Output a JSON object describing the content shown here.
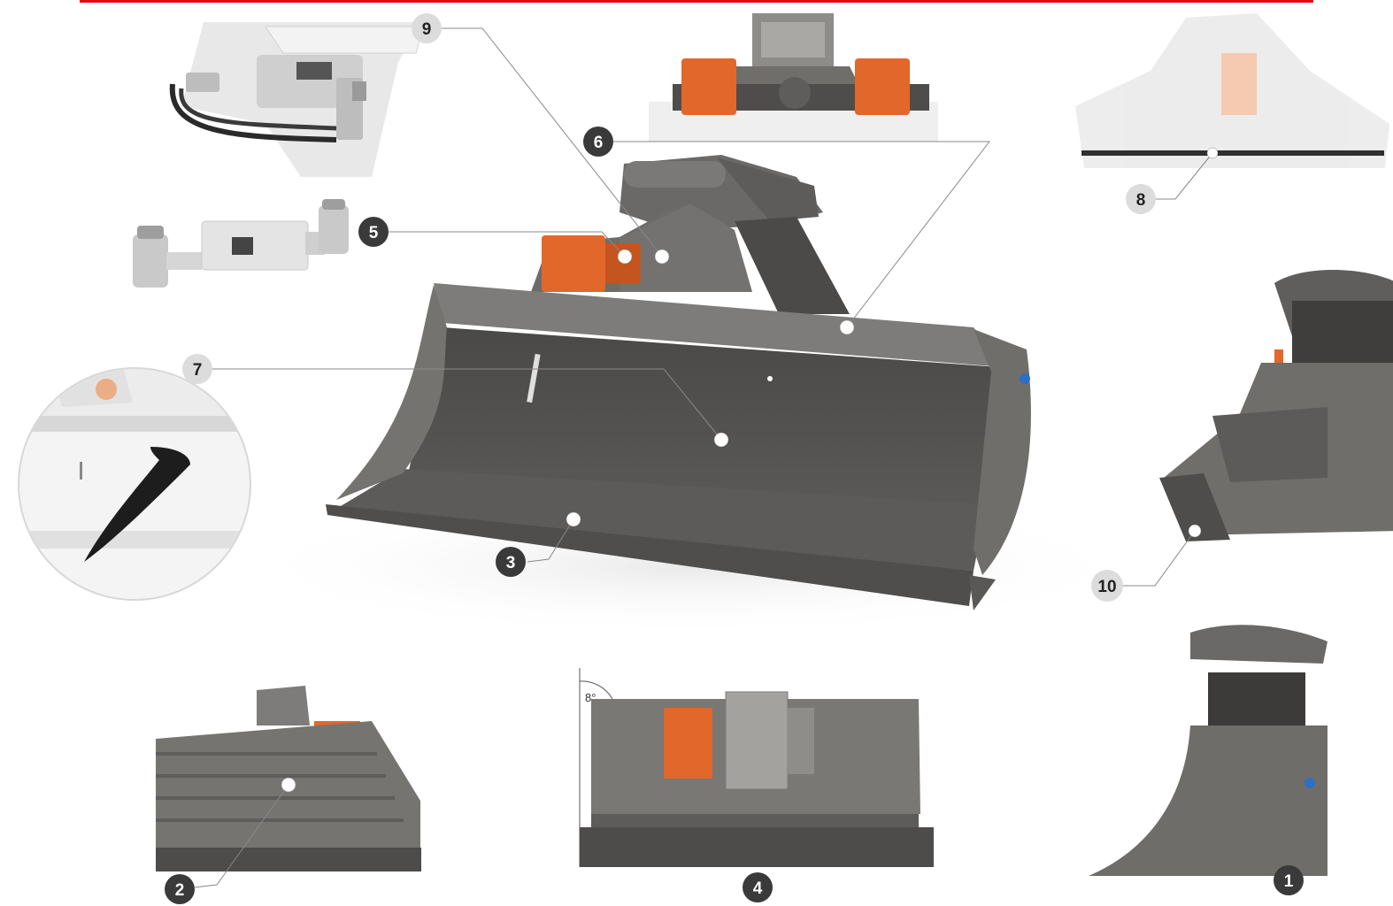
{
  "colors": {
    "accent_bar": "#e30613",
    "steel": "#6e6d6b",
    "steel_dark": "#4b4a48",
    "steel_light": "#8b8a87",
    "orange": "#e2672b",
    "callout_dark": "#3a3a3a",
    "callout_light": "#dcdcdc"
  },
  "callouts": [
    {
      "id": "1",
      "label": "1"
    },
    {
      "id": "2",
      "label": "2"
    },
    {
      "id": "3",
      "label": "3"
    },
    {
      "id": "4",
      "label": "4"
    },
    {
      "id": "5",
      "label": "5"
    },
    {
      "id": "6",
      "label": "6"
    },
    {
      "id": "7",
      "label": "7"
    },
    {
      "id": "8",
      "label": "8"
    },
    {
      "id": "9",
      "label": "9"
    },
    {
      "id": "10",
      "label": "10"
    }
  ],
  "angle_label": "8°",
  "icons": [
    "hydraulic-valve-icon",
    "rotation-cylinder-icon",
    "wear-strip-detail-icon"
  ]
}
